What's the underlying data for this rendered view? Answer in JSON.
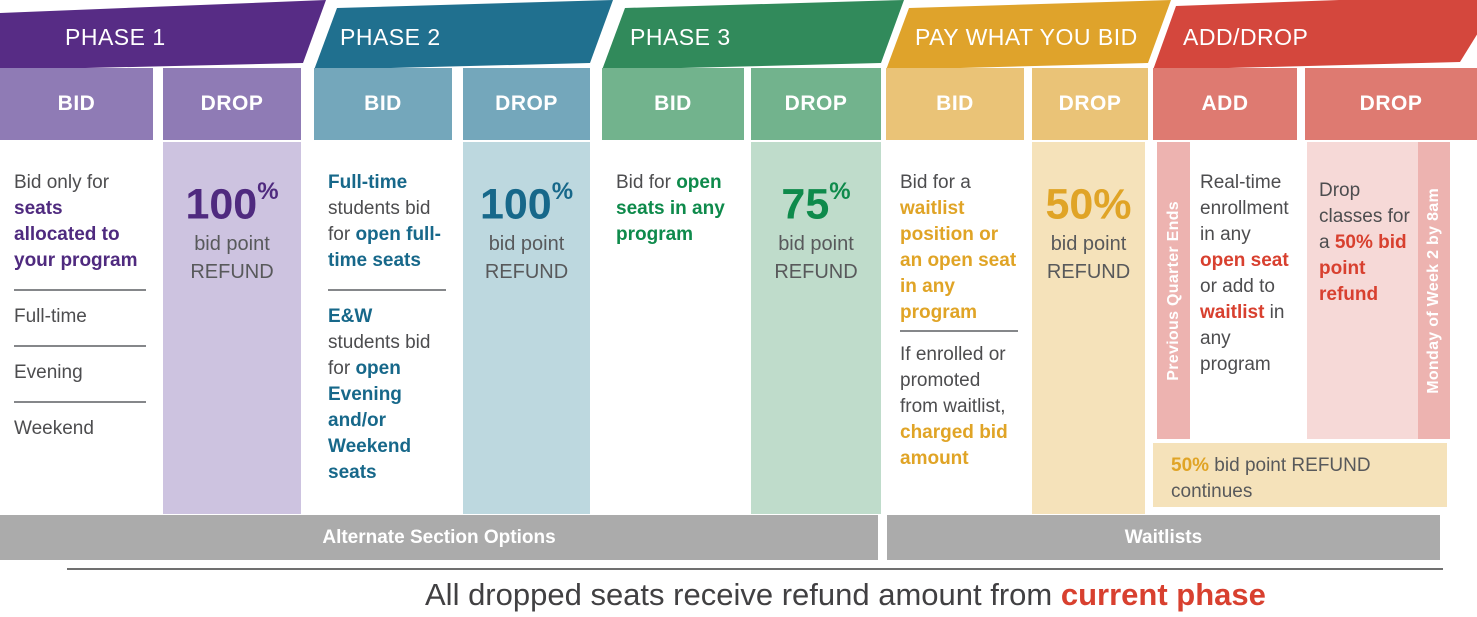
{
  "colors": {
    "phase1_header": "#572C85",
    "phase1_sub": "#8F7BB5",
    "phase1_drop_bg": "#CDC3E0",
    "phase1_accent": "#4F2A7F",
    "phase2_header": "#20708F",
    "phase2_sub": "#74A7BB",
    "phase2_drop_bg": "#BDD8DF",
    "phase2_accent": "#17688A",
    "phase3_header": "#318A5B",
    "phase3_sub": "#72B38D",
    "phase3_drop_bg": "#BFDCCB",
    "phase3_accent": "#0E8A4B",
    "pwyb_header": "#DFA32B",
    "pwyb_sub": "#EAC377",
    "pwyb_drop_bg": "#F5E2BA",
    "pwyb_accent": "#E0A426",
    "adddrop_header": "#D4473D",
    "adddrop_sub": "#DE7A71",
    "adddrop_strip": "#EDB3B0",
    "adddrop_drop_bg": "#F6D9D7",
    "adddrop_accent": "#D8402F",
    "gray_bar": "#ABABAB",
    "body_text": "#4D4D4F"
  },
  "phases": [
    {
      "name": "PHASE 1",
      "bid_label": "BID",
      "drop_label": "DROP",
      "bid_content": {
        "intro": [
          {
            "t": "Bid only for "
          },
          {
            "t": "seats allocated to your program",
            "b": true
          }
        ],
        "options": [
          "Full-time",
          "Evening",
          "Weekend"
        ]
      },
      "drop_content": {
        "percent": "100",
        "percent_suffix": "%",
        "caption": "bid point REFUND"
      }
    },
    {
      "name": "PHASE 2",
      "bid_label": "BID",
      "drop_label": "DROP",
      "bid_content": {
        "block1": [
          {
            "t": "Full-time",
            "b": true
          },
          {
            "t": " students bid for "
          },
          {
            "t": "open full-time seats",
            "b": true
          }
        ],
        "block2": [
          {
            "t": "E&W",
            "b": true
          },
          {
            "t": " students bid for "
          },
          {
            "t": "open Evening and/or Weekend seats",
            "b": true
          }
        ]
      },
      "drop_content": {
        "percent": "100",
        "percent_suffix": "%",
        "caption": "bid point REFUND"
      }
    },
    {
      "name": "PHASE 3",
      "bid_label": "BID",
      "drop_label": "DROP",
      "bid_content": {
        "block1": [
          {
            "t": "Bid for "
          },
          {
            "t": "open seats in any program",
            "b": true
          }
        ]
      },
      "drop_content": {
        "percent": "75",
        "percent_suffix": "%",
        "caption": "bid point REFUND"
      }
    },
    {
      "name": "PAY WHAT YOU BID",
      "bid_label": "BID",
      "drop_label": "DROP",
      "bid_content": {
        "block1": [
          {
            "t": "Bid for a "
          },
          {
            "t": "waitlist position or an open seat in any program",
            "b": true
          }
        ],
        "block2": [
          {
            "t": "If enrolled or promoted from waitlist, "
          },
          {
            "t": "charged bid amount",
            "b": true
          }
        ]
      },
      "drop_content": {
        "percent": "50%",
        "percent_suffix": "",
        "caption": "bid point REFUND"
      }
    },
    {
      "name": "ADD/DROP",
      "add_label": "ADD",
      "drop_label": "DROP",
      "left_strip": "Previous Quarter Ends",
      "right_strip": "Monday of Week 2 by 8am",
      "add_content": [
        {
          "t": "Real-time enrollment in any "
        },
        {
          "t": "open seat",
          "b": true
        },
        {
          "t": " or add to "
        },
        {
          "t": "waitlist",
          "b": true
        },
        {
          "t": " in any program"
        }
      ],
      "drop_content": [
        {
          "t": "Drop classes for a "
        },
        {
          "t": "50% bid point refund",
          "b": true
        }
      ],
      "refund_note": [
        {
          "t": "50%",
          "b": true
        },
        {
          "t": " bid point REFUND continues"
        }
      ]
    }
  ],
  "footer_bars": [
    {
      "label": "Alternate Section Options"
    },
    {
      "label": "Waitlists"
    }
  ],
  "footer_note": [
    {
      "t": "All dropped seats receive refund amount from "
    },
    {
      "t": "current phase",
      "b": true
    }
  ]
}
